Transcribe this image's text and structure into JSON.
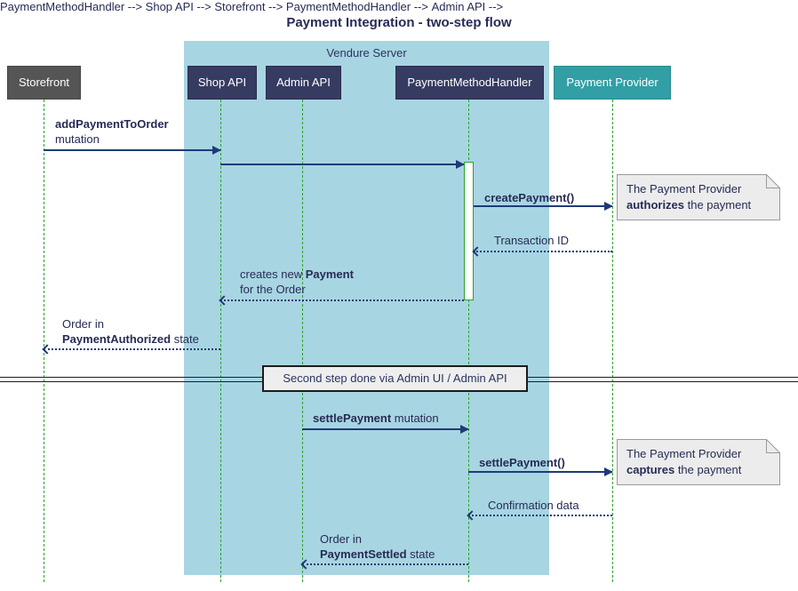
{
  "title": "Payment Integration - two-step flow",
  "frame": {
    "label": "Vendure Server"
  },
  "participants": {
    "storefront": {
      "label": "Storefront"
    },
    "shop_api": {
      "label": "Shop API"
    },
    "admin_api": {
      "label": "Admin API"
    },
    "payment_method_handler": {
      "label": "PaymentMethodHandler"
    },
    "payment_provider": {
      "label": "Payment Provider"
    }
  },
  "messages": {
    "add_payment_to_order": {
      "bold": "addPaymentToOrder",
      "line2": "mutation"
    },
    "create_payment": {
      "bold": "createPayment()"
    },
    "transaction_id": {
      "text": "Transaction ID"
    },
    "creates_payment": {
      "pre": "creates new ",
      "bold": "Payment",
      "line2": "for the Order"
    },
    "order_authorized": {
      "line1": "Order in",
      "bold": "PaymentAuthorized",
      "post": " state"
    },
    "settle_payment_mutation": {
      "bold": "settlePayment",
      "post": " mutation"
    },
    "settle_payment_call": {
      "bold": "settlePayment()"
    },
    "confirmation_data": {
      "text": "Confirmation data"
    },
    "order_settled": {
      "line1": "Order in",
      "bold": "PaymentSettled",
      "post": " state"
    }
  },
  "notes": {
    "authorize": {
      "line1": "The Payment Provider",
      "bold": "authorizes",
      "post": " the payment"
    },
    "capture": {
      "line1": "The Payment Provider",
      "bold": "captures",
      "post": " the payment"
    }
  },
  "divider": {
    "label": "Second step done via Admin UI / Admin API"
  },
  "colors": {
    "server_frame_bg": "#A8D5E2",
    "participant_navy": "#363B61",
    "participant_gray": "#555555",
    "participant_teal": "#319FA5",
    "lifeline_green": "#2BA32B",
    "arrow_navy": "#1F3A77",
    "text_navy": "#262B55",
    "note_bg": "#ECECEC",
    "note_border": "#9A9A9A",
    "divider_bg": "#EEEEEE"
  }
}
